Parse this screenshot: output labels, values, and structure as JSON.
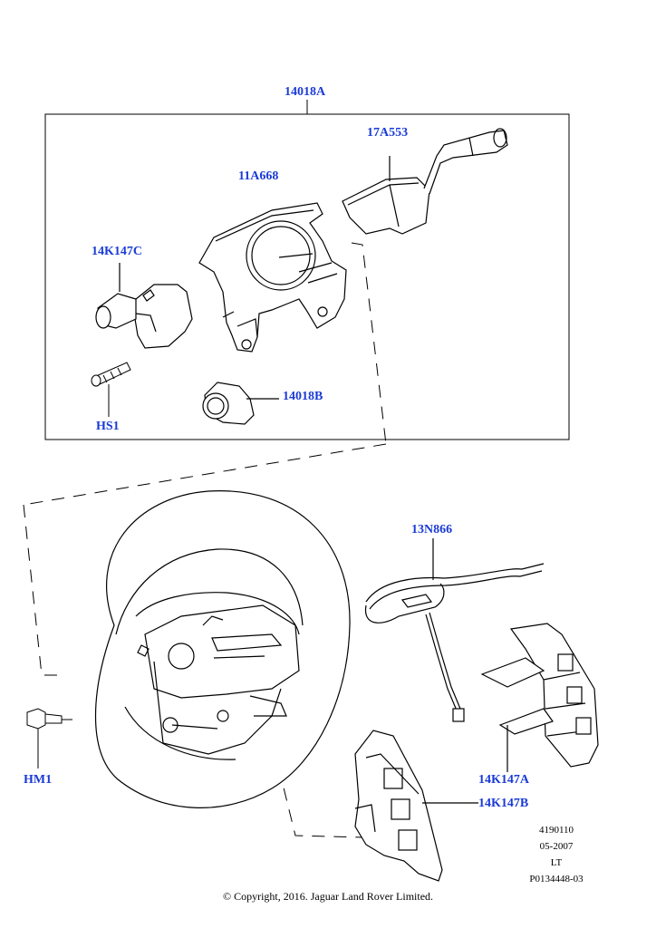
{
  "accent_color": "#1a3bd6",
  "callouts": {
    "c14018A": "14018A",
    "c17A553": "17A553",
    "c11A668": "11A668",
    "c14K147C": "14K147C",
    "cHS1": "HS1",
    "c14018B": "14018B",
    "c13N866": "13N866",
    "cHM1": "HM1",
    "c14K147A": "14K147A",
    "c14K147B": "14K147B"
  },
  "reference": {
    "code": "4190110",
    "date": "05-2007",
    "side": "LT",
    "part_ref": "P0134448-03"
  },
  "copyright": "© Copyright, 2016. Jaguar Land Rover Limited."
}
